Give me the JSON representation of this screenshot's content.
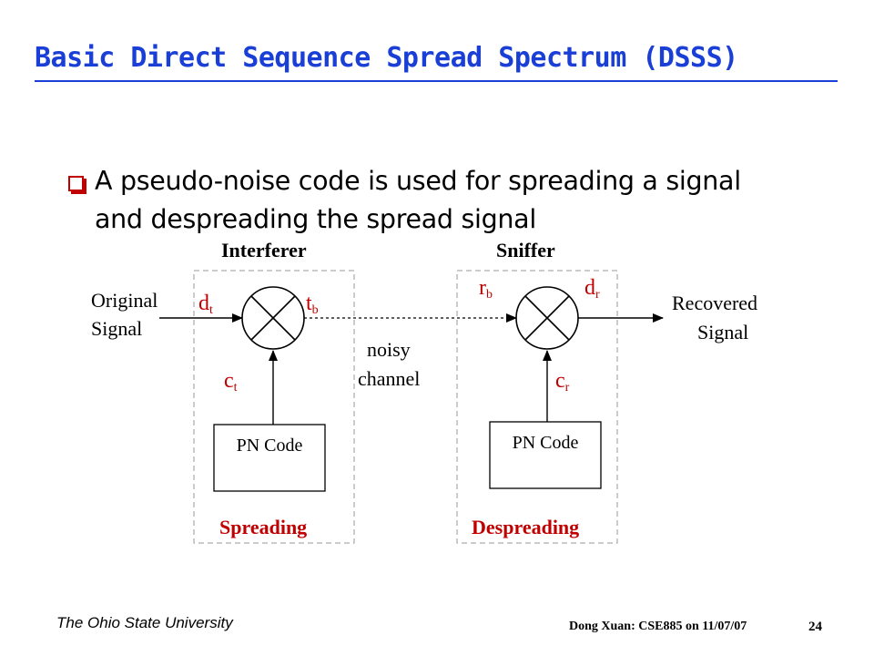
{
  "slide": {
    "title": "Basic Direct Sequence Spread Spectrum (DSSS)",
    "bullet": "A pseudo-noise code is used for spreading a signal and despreading the spread signal"
  },
  "diagram": {
    "left_block": {
      "heading": "Interferer",
      "footer": "Spreading",
      "input_label": "d",
      "input_sub": "t",
      "output_label": "t",
      "output_sub": "b",
      "code_label": "c",
      "code_sub": "t",
      "pn_box": "PN Code"
    },
    "right_block": {
      "heading": "Sniffer",
      "footer": "Despreading",
      "input_label": "r",
      "input_sub": "b",
      "output_label": "d",
      "output_sub": "r",
      "code_label": "c",
      "code_sub": "r",
      "pn_box": "PN Code"
    },
    "original_signal_line1": "Original",
    "original_signal_line2": "Signal",
    "recovered_signal_line1": "Recovered",
    "recovered_signal_line2": "Signal",
    "channel_line1": "noisy",
    "channel_line2": "channel",
    "colors": {
      "accent_red": "#c00000",
      "title_blue": "#1a3fd6"
    }
  },
  "footer": {
    "institution": "The Ohio State University",
    "author_note": "Dong Xuan: CSE885 on 11/07/07",
    "page_number": "24"
  }
}
